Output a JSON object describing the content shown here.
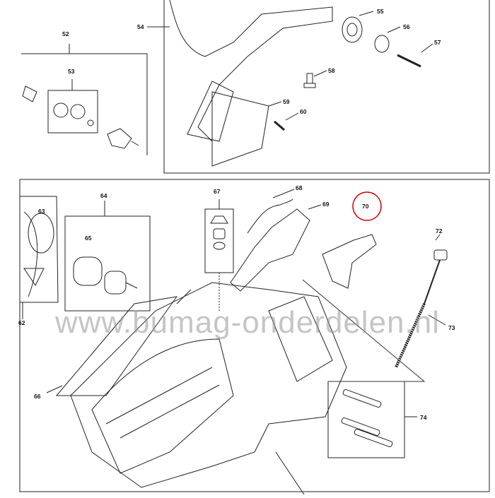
{
  "watermark": "www.bumag-onderdelen.nl",
  "callouts": [
    "54",
    "55",
    "56",
    "57",
    "58",
    "59",
    "60",
    "52",
    "53",
    "67",
    "68",
    "69",
    "70",
    "64",
    "63",
    "65",
    "72",
    "73",
    "62",
    "66",
    "74"
  ],
  "colors": {
    "line": "#222222",
    "highlight": "#cc0000",
    "watermark": "#969696"
  }
}
